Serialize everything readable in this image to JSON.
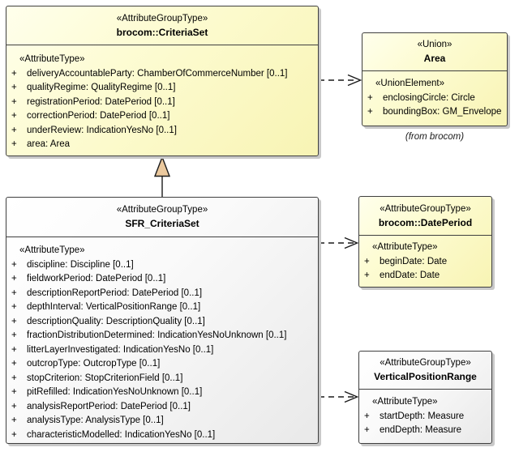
{
  "diagram": {
    "symbols": {
      "visibility_public": "+"
    },
    "colors": {
      "class_fill_yellow": "#FBF8C4",
      "class_fill_white": "#F5F5F5",
      "border": "#3F3F3F",
      "generalization_triangle_fill": "#EBC99E",
      "shadow": "#C9C9C9"
    },
    "annotations": {
      "from_brocom": "(from brocom)"
    },
    "classes": [
      {
        "id": "brocom-criteriaset",
        "stereotype": "«AttributeGroupType»",
        "name": "brocom::CriteriaSet",
        "attr_stereotype": "«AttributeType»",
        "attributes": [
          "deliveryAccountableParty: ChamberOfCommerceNumber [0..1]",
          "qualityRegime: QualityRegime [0..1]",
          "registrationPeriod: DatePeriod [0..1]",
          "correctionPeriod: DatePeriod [0..1]",
          "underReview: IndicationYesNo [0..1]",
          "area: Area"
        ]
      },
      {
        "id": "area",
        "stereotype": "«Union»",
        "name": "Area",
        "attr_stereotype": "«UnionElement»",
        "attributes": [
          "enclosingCircle: Circle",
          "boundingBox: GM_Envelope"
        ]
      },
      {
        "id": "sfr-criteriaset",
        "stereotype": "«AttributeGroupType»",
        "name": "SFR_CriteriaSet",
        "attr_stereotype": "«AttributeType»",
        "attributes": [
          "discipline: Discipline [0..1]",
          "fieldworkPeriod: DatePeriod [0..1]",
          "descriptionReportPeriod: DatePeriod [0..1]",
          "depthInterval: VerticalPositionRange [0..1]",
          "descriptionQuality: DescriptionQuality [0..1]",
          "fractionDistributionDetermined: IndicationYesNoUnknown [0..1]",
          "litterLayerInvestigated: IndicationYesNo [0..1]",
          "outcropType: OutcropType [0..1]",
          "stopCriterion: StopCriterionField [0..1]",
          "pitRefilled: IndicationYesNoUnknown [0..1]",
          "analysisReportPeriod: DatePeriod [0..1]",
          "analysisType: AnalysisType [0..1]",
          "characteristicModelled: IndicationYesNo [0..1]"
        ]
      },
      {
        "id": "brocom-dateperiod",
        "stereotype": "«AttributeGroupType»",
        "name": "brocom::DatePeriod",
        "attr_stereotype": "«AttributeType»",
        "attributes": [
          "beginDate: Date",
          "endDate: Date"
        ]
      },
      {
        "id": "verticalpositionrange",
        "stereotype": "«AttributeGroupType»",
        "name": "VerticalPositionRange",
        "attr_stereotype": "«AttributeType»",
        "attributes": [
          "startDepth: Measure",
          "endDepth: Measure"
        ]
      }
    ]
  }
}
